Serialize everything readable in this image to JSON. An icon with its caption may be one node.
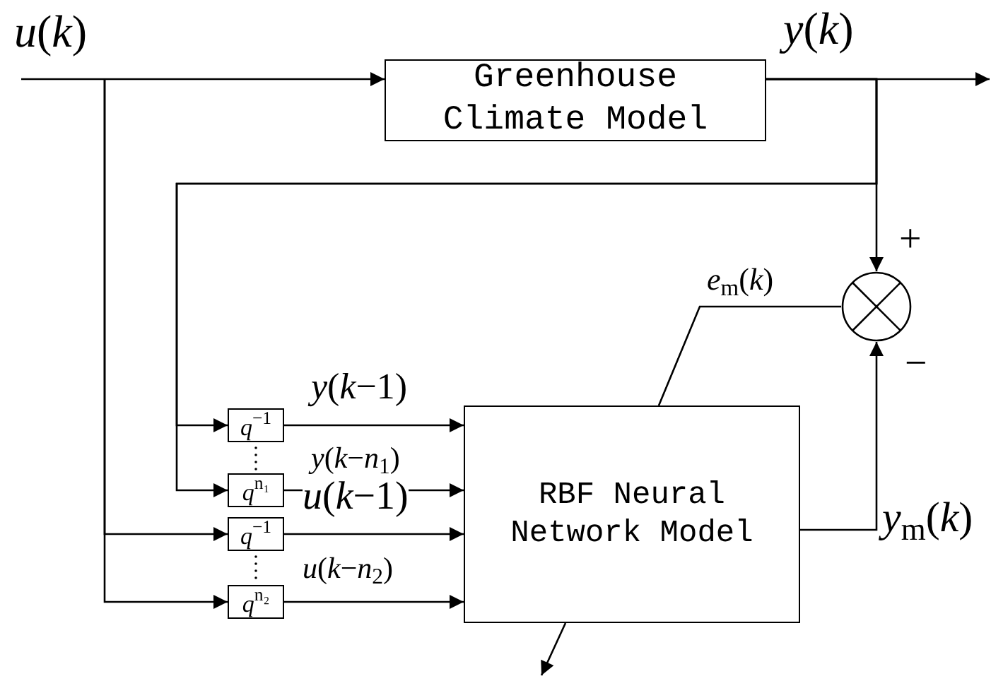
{
  "diagram": {
    "nodes": [
      {
        "text": [
          "Greenhouse Climate Model"
        ]
      },
      {
        "text": [
          "RBF Neural Network Model"
        ]
      },
      {
        "text": [],
        "shape": "circle"
      },
      {
        "text": [
          "*q*$^{−1}$"
        ]
      },
      {
        "text": [
          "*q*$^{n₁}$"
        ]
      },
      {
        "text": [
          "*q*$^{−1}$"
        ]
      },
      {
        "text": [
          "*q*$^{n₂}$"
        ]
      }
    ],
    "edges": [
      {
        "from": null,
        "to": 0,
        "arrow": "to",
        "label": "*u*(*k*)"
      },
      {
        "from": null,
        "to": 5,
        "arrow": "to"
      },
      {
        "from": null,
        "to": 6,
        "arrow": "to"
      },
      {
        "from": 0,
        "to": null,
        "arrow": "to",
        "label": "*y*(*k*)"
      },
      {
        "from": 0,
        "to": 2,
        "arrow": "to"
      },
      {
        "from": 0,
        "to": 3,
        "arrow": "to"
      },
      {
        "from": 0,
        "to": 4,
        "arrow": "to"
      },
      {
        "from": 3,
        "to": 1,
        "arrow": "to",
        "label": "*y*(*k*−1)"
      },
      {
        "from": 4,
        "to": 1,
        "arrow": "to",
        "label": "*y*(*k*−*n*$_{1}$)"
      },
      {
        "from": 5,
        "to": 1,
        "arrow": "to",
        "label": "*u*(*k*−1)"
      },
      {
        "from": 6,
        "to": 1,
        "arrow": "to",
        "label": "*u*(*k*−*n*$_{2}$)"
      },
      {
        "from": 1,
        "to": 2,
        "arrow": "to",
        "label": "*y*$_{m}$(*k*)"
      },
      {
        "from": 2,
        "to": 1,
        "arrow": "none",
        "label": "*e*$_{m}$(*k*)"
      },
      {
        "from": 1,
        "to": null,
        "arrow": "to"
      }
    ],
    "labels": [
      "+",
      "−"
    ]
  }
}
